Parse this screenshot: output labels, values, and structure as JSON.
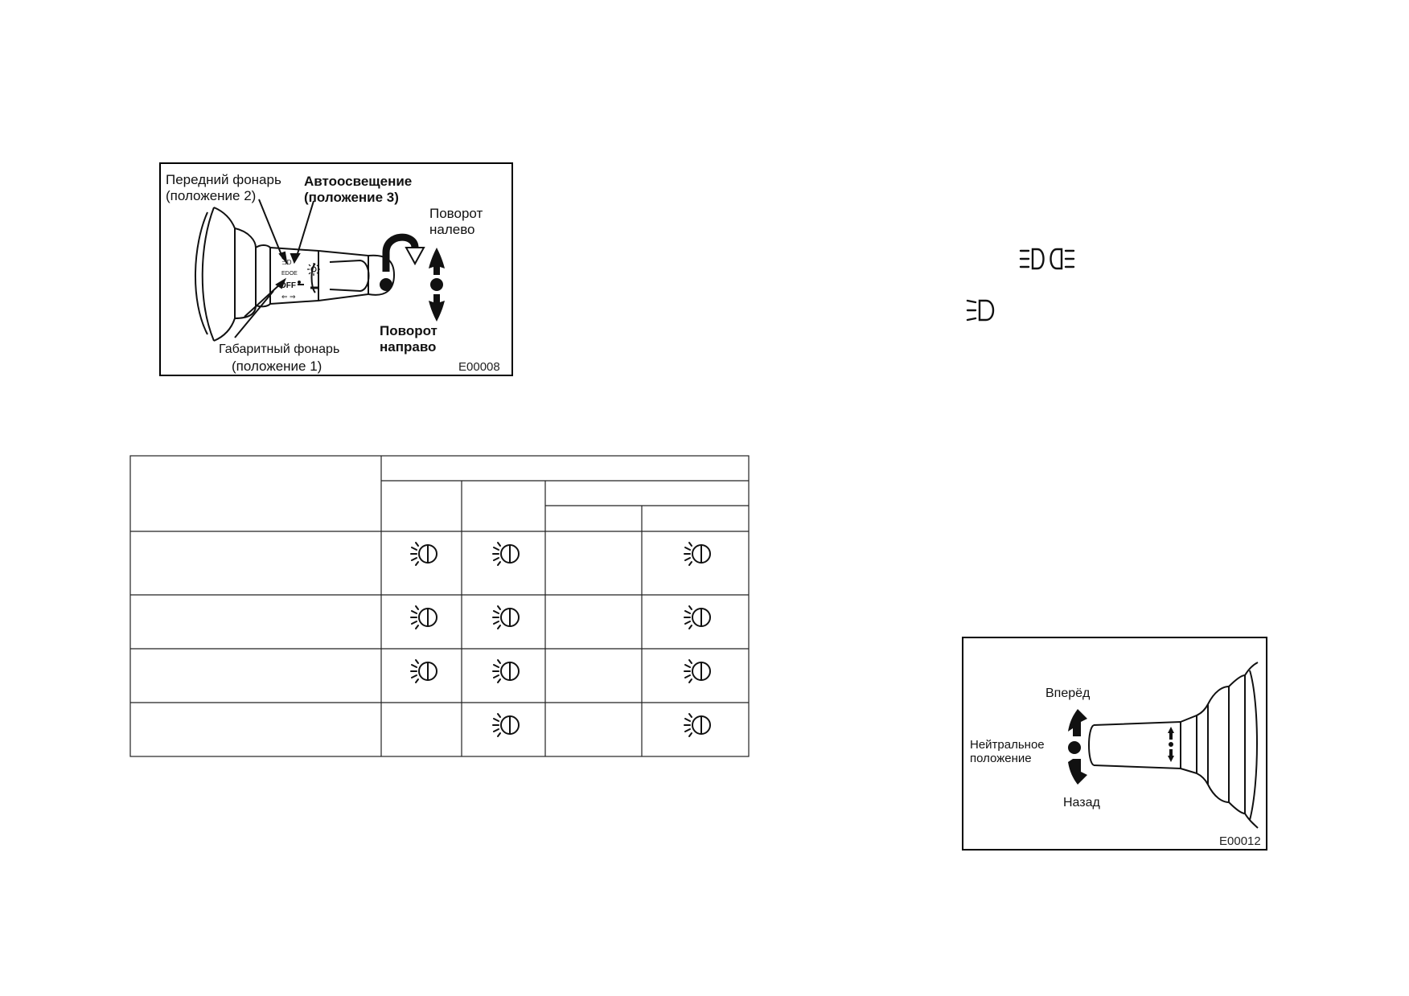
{
  "figure_top": {
    "front_lamp": {
      "line1": "Передний фонарь",
      "line2": "(положение  2)"
    },
    "auto_lighting": {
      "line1": "Автоосвещение",
      "line2": "(положение 3)"
    },
    "turn_left": {
      "line1": "Поворот",
      "line2": "налево"
    },
    "turn_right": {
      "line1": "Поворот",
      "line2": "направо"
    },
    "side_lamp": {
      "line1": "Габаритный фонарь",
      "line2": "(положение 1)"
    },
    "switch_off_label": "OFF",
    "figure_code": "E00008"
  },
  "figure_bottom": {
    "forward": "Вперёд",
    "neutral": {
      "line1": "Нейтральное",
      "line2": "положение"
    },
    "back": "Назад",
    "figure_code": "E00012"
  },
  "icons": {
    "high_low_beam": "high-low-beam-icon",
    "low_beam": "low-beam-icon",
    "headlight_on": "headlight-on-icon"
  },
  "table": {
    "rows": 4,
    "indicator_matrix": [
      [
        true,
        true,
        false,
        true
      ],
      [
        true,
        true,
        false,
        true
      ],
      [
        true,
        true,
        false,
        true
      ],
      [
        false,
        true,
        false,
        true
      ]
    ]
  }
}
